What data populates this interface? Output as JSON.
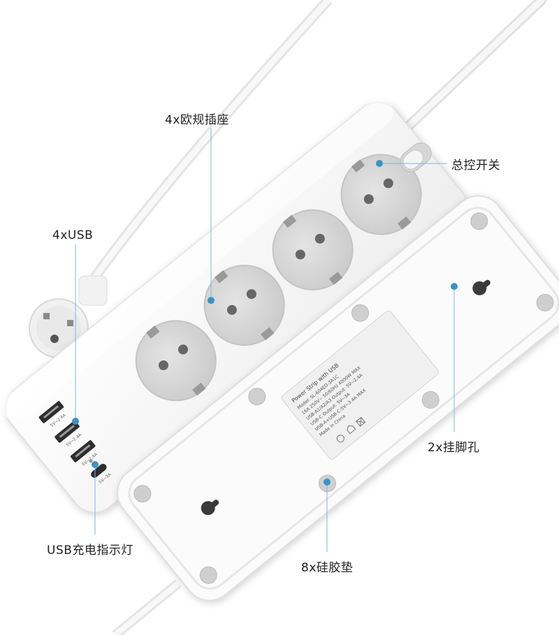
{
  "callouts": {
    "sockets": "4x欧规插座",
    "usb": "4xUSB",
    "switch": "总控开关",
    "mount_holes": "2x挂脚孔",
    "usb_led": "USB充电指示灯",
    "pads": "8x硅胶垫"
  },
  "label_plate": {
    "lines": [
      "Power Strip with USB",
      "Model: SL-604ED-3A1C",
      "16A 250V~ 50/60Hz 4000W MAX",
      "USB-A1/A2/A3 Output: 5V⎓2.4A",
      "USB-C Output: 5V⎓3A",
      "USB-A+USB-C:5V⎓3.4A MAX",
      "Made in China"
    ]
  },
  "usb_port_labels": [
    "5V⎓2.4A",
    "5V⎓2.4A",
    "5V⎓2.4A",
    "5V⎓3A"
  ],
  "colors": {
    "accent_dot": "#3a93c8",
    "leader_line": "#7fb8dd",
    "body": "#fbfbfb",
    "socket": "#d9d9d9",
    "pad": "#cfcfcf"
  }
}
